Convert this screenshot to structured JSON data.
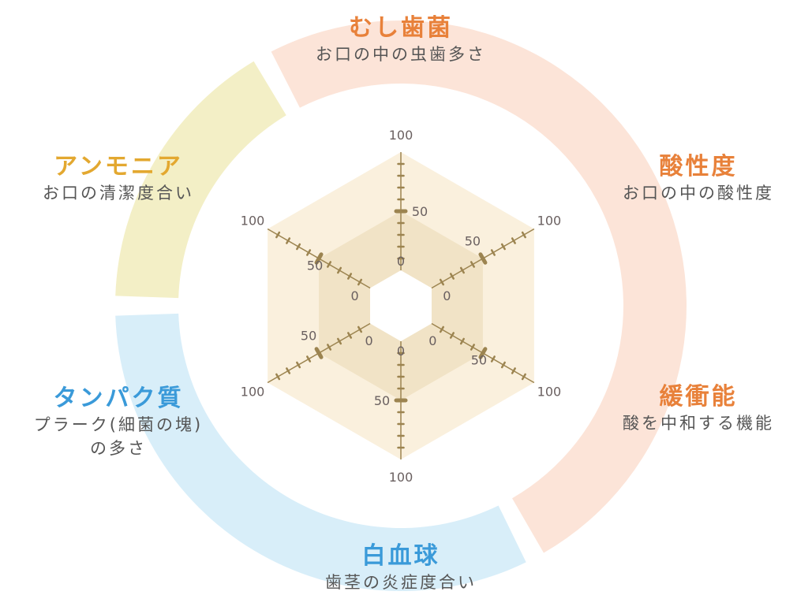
{
  "chart_data": {
    "type": "radar",
    "axes": [
      {
        "key": "mushiba",
        "title": "むし歯菌",
        "description": "お口の中の虫歯多さ",
        "group": "orange"
      },
      {
        "key": "acidity",
        "title": "酸性度",
        "description": "お口の中の酸性度",
        "group": "orange"
      },
      {
        "key": "buffer",
        "title": "緩衝能",
        "description": "酸を中和する機能",
        "group": "orange"
      },
      {
        "key": "wbc",
        "title": "白血球",
        "description": "歯茎の炎症度合い",
        "group": "blue"
      },
      {
        "key": "protein",
        "title": "タンパク質",
        "description": "プラーク(細菌の塊)",
        "description2": "の多さ",
        "group": "blue"
      },
      {
        "key": "ammonia",
        "title": "アンモニア",
        "description": "お口の清潔度合い",
        "group": "yellow"
      }
    ],
    "range": [
      0,
      100
    ],
    "tick_labels": {
      "min": "0",
      "mid": "50",
      "max": "100"
    },
    "rings": [
      50,
      100
    ]
  },
  "colors": {
    "orange": "#e8813a",
    "orange_bg": "#fce4d8",
    "blue": "#3a9ad9",
    "blue_bg": "#d8eef9",
    "yellow": "#e3a830",
    "yellow_bg": "#f3efc6",
    "outer_hex": "#faf0dd",
    "inner_hex": "#f1e3c6",
    "axis": "#9c8450"
  }
}
